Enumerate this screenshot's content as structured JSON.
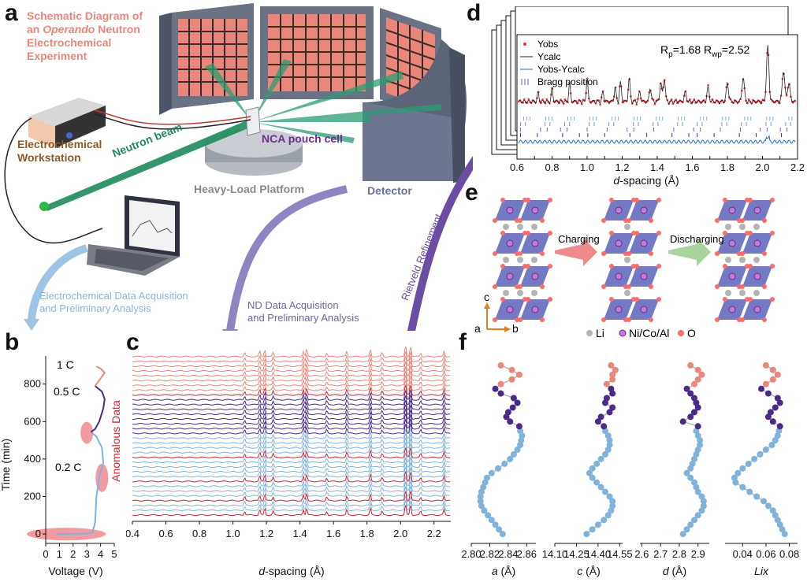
{
  "panels": {
    "a": {
      "letter": "a",
      "title_1": "Schematic Diagram of",
      "title_2_pre": "an ",
      "title_2_em": "Operando",
      "title_2_post": " Neutron",
      "title_3": "Electrochemical",
      "title_4": "Experiment",
      "workstation_1": "Electrochemical",
      "workstation_2": "Workstation",
      "beam": "Neutron beam",
      "cell": "NCA pouch cell",
      "platform": "Heavy-Load Platform",
      "detector": "Detector",
      "echem_1": "Electrochemical Data Acquisition",
      "echem_2": "and Preliminary Analysis",
      "nd_1": "ND Data Acquisition",
      "nd_2": "and Preliminary Analysis",
      "rietveld": "Rietveld Refinement"
    },
    "b": {
      "letter": "b",
      "ylabel": "Time (min)",
      "xlabel": "Voltage (V)",
      "rate_1": "1 C",
      "rate_2": "0.5 C",
      "rate_3": "0.2 C"
    },
    "c": {
      "letter": "c",
      "xlabel_em": "d",
      "xlabel_rest": "-spacing (Å)",
      "anomalous": "Anomalous Data"
    },
    "d": {
      "letter": "d",
      "leg_yobs": "Yobs",
      "leg_ycalc": "Ycalc",
      "leg_diff": "Yobs-Ycalc",
      "leg_bragg": "Bragg position",
      "rp_text": "R",
      "rp_sub": "p",
      "rp_val": "=1.68 R",
      "rwp_sub": "wp",
      "rwp_val": "=2.52",
      "xlabel_em": "d",
      "xlabel_rest": "-spacing (Å)"
    },
    "e": {
      "letter": "e",
      "charging": "Charging",
      "discharging": "Discharging",
      "axis_c": "c",
      "axis_a": "a",
      "axis_b": "b",
      "leg_li": "Li",
      "leg_tm": "Ni/Co/Al",
      "leg_o": "O"
    },
    "f": {
      "letter": "f",
      "xlabels": [
        "a (Å)",
        "c (Å)",
        "d (Å)",
        "Lix"
      ]
    }
  },
  "colors": {
    "salmon": "#e8877a",
    "purple": "#4a2a86",
    "blue": "#7fb3dc",
    "red": "#d0212f",
    "green": "#1f8a5c",
    "lavender": "#8e86c2",
    "brown": "#8a5a2b"
  },
  "chart_data": [
    {
      "type": "line",
      "id": "b",
      "xlabel": "Voltage (V)",
      "ylabel": "Time (min)",
      "xlim": [
        0,
        5
      ],
      "ylim": [
        -50,
        950
      ],
      "xticks": [
        0,
        1,
        2,
        3,
        4,
        5
      ],
      "yticks": [
        0,
        200,
        400,
        600,
        800
      ],
      "series": [
        {
          "segment": "0.2 C",
          "points": [
            [
              0.8,
              0
            ],
            [
              2.9,
              2
            ],
            [
              3.4,
              8
            ],
            [
              3.6,
              60
            ],
            [
              3.7,
              200
            ],
            [
              3.9,
              300
            ],
            [
              4.2,
              380
            ],
            [
              4.1,
              460
            ],
            [
              3.7,
              520
            ],
            [
              3.3,
              545
            ]
          ]
        },
        {
          "segment": "0.5 C",
          "points": [
            [
              3.3,
              545
            ],
            [
              3.6,
              560
            ],
            [
              3.9,
              600
            ],
            [
              4.2,
              670
            ],
            [
              4.3,
              720
            ],
            [
              4.1,
              760
            ],
            [
              3.6,
              790
            ]
          ]
        },
        {
          "segment": "1 C",
          "points": [
            [
              3.6,
              790
            ],
            [
              3.9,
              820
            ],
            [
              4.3,
              860
            ],
            [
              4.05,
              880
            ],
            [
              3.7,
              895
            ]
          ]
        }
      ]
    },
    {
      "type": "line",
      "id": "c",
      "xlabel": "d-spacing (Å)",
      "xlim": [
        0.4,
        2.3
      ],
      "xticks": [
        0.4,
        0.6,
        0.8,
        1.0,
        1.2,
        1.4,
        1.6,
        1.8,
        2.0,
        2.2
      ],
      "peak_positions": [
        1.07,
        1.16,
        1.19,
        1.24,
        1.42,
        1.44,
        1.56,
        1.68,
        1.82,
        1.89,
        2.03,
        2.06,
        2.12,
        2.26
      ]
    },
    {
      "type": "line",
      "id": "d",
      "xlabel": "d-spacing (Å)",
      "xlim": [
        0.6,
        2.2
      ],
      "xticks": [
        0.6,
        0.7,
        0.8,
        0.9,
        1.0,
        1.1,
        1.2,
        1.3,
        1.4,
        1.5,
        1.6,
        1.7,
        1.8,
        1.9,
        2.0,
        2.1,
        2.2
      ],
      "tick_labels": [
        "0.6",
        "0.8",
        "1.0",
        "1.2",
        "1.4",
        "1.6",
        "1.8",
        "2.0",
        "2.2"
      ],
      "series": [
        {
          "name": "Yobs"
        },
        {
          "name": "Ycalc"
        },
        {
          "name": "Yobs-Ycalc"
        },
        {
          "name": "Bragg position"
        }
      ],
      "Rp": 1.68,
      "Rwp": 2.52
    },
    {
      "type": "scatter",
      "id": "f",
      "ylim": [
        -50,
        950
      ],
      "time": [
        0,
        25,
        50,
        75,
        100,
        125,
        150,
        175,
        200,
        225,
        250,
        275,
        300,
        325,
        350,
        375,
        400,
        425,
        450,
        475,
        500,
        525,
        550,
        575,
        600,
        625,
        650,
        675,
        700,
        725,
        750,
        775,
        800,
        825,
        850,
        875,
        900
      ],
      "panels": [
        {
          "xlabel": "a (Å)",
          "xlim": [
            2.8,
            2.87
          ],
          "xticks": [
            2.8,
            2.82,
            2.84,
            2.86
          ],
          "tick_labels": [
            "2.80",
            "2.82",
            "2.84",
            "2.86"
          ],
          "values": [
            2.834,
            2.83,
            2.826,
            2.822,
            2.818,
            2.814,
            2.811,
            2.81,
            2.81,
            2.811,
            2.813,
            2.815,
            2.817,
            2.822,
            2.829,
            2.836,
            2.842,
            2.846,
            2.85,
            2.853,
            2.854,
            2.855,
            2.853,
            2.852,
            2.842,
            2.838,
            2.84,
            2.845,
            2.85,
            2.846,
            2.832,
            2.826,
            2.832,
            2.844,
            2.852,
            2.844,
            2.832
          ]
        },
        {
          "xlabel": "c (Å)",
          "xlim": [
            14.1,
            14.57
          ],
          "xticks": [
            14.1,
            14.25,
            14.4,
            14.55
          ],
          "tick_labels": [
            "14.10",
            "14.25",
            "14.40",
            "14.55"
          ],
          "values": [
            14.32,
            14.36,
            14.4,
            14.44,
            14.47,
            14.49,
            14.5,
            14.5,
            14.48,
            14.45,
            14.42,
            14.39,
            14.36,
            14.34,
            14.36,
            14.39,
            14.42,
            14.45,
            14.47,
            14.48,
            14.48,
            14.47,
            14.45,
            14.44,
            14.4,
            14.42,
            14.48,
            14.5,
            14.45,
            14.46,
            14.5,
            14.49,
            14.46,
            14.5,
            14.5,
            14.52,
            14.49
          ]
        },
        {
          "xlabel": "d (Å)",
          "xlim": [
            2.59,
            2.96
          ],
          "xticks": [
            2.6,
            2.7,
            2.8,
            2.9
          ],
          "tick_labels": [
            "2.6",
            "2.7",
            "2.8",
            "2.9"
          ],
          "values": [
            2.82,
            2.84,
            2.86,
            2.88,
            2.9,
            2.92,
            2.93,
            2.93,
            2.92,
            2.9,
            2.89,
            2.88,
            2.86,
            2.84,
            2.86,
            2.87,
            2.88,
            2.89,
            2.9,
            2.91,
            2.91,
            2.9,
            2.89,
            2.9,
            2.82,
            2.86,
            2.88,
            2.9,
            2.89,
            2.88,
            2.86,
            2.84,
            2.88,
            2.9,
            2.92,
            2.9,
            2.86
          ]
        },
        {
          "xlabel": "Lix",
          "xlim": [
            0.025,
            0.087
          ],
          "xticks": [
            0.04,
            0.06,
            0.08
          ],
          "tick_labels": [
            "0.04",
            "0.06",
            "0.08"
          ],
          "values": [
            0.076,
            0.074,
            0.072,
            0.07,
            0.068,
            0.066,
            0.062,
            0.058,
            0.052,
            0.046,
            0.04,
            0.034,
            0.033,
            0.036,
            0.04,
            0.045,
            0.05,
            0.055,
            0.06,
            0.065,
            0.068,
            0.07,
            0.071,
            0.072,
            0.066,
            0.062,
            0.064,
            0.068,
            0.072,
            0.07,
            0.062,
            0.056,
            0.06,
            0.066,
            0.07,
            0.066,
            0.06
          ]
        }
      ]
    }
  ]
}
